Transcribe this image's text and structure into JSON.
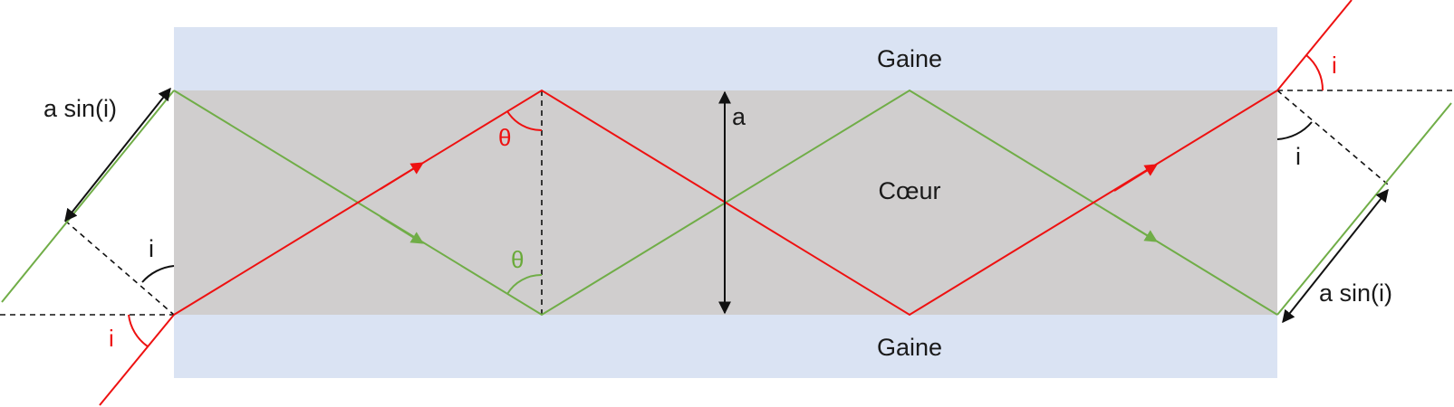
{
  "regions": {
    "cladding_top": "Gaine",
    "core": "Cœur",
    "cladding_bottom": "Gaine"
  },
  "labels": {
    "core_width": "a",
    "projection_left": "a sin(i)",
    "projection_right": "a sin(i)",
    "incidence_angle_left_red": "i",
    "incidence_angle_left_black": "i",
    "incidence_angle_right_red": "i",
    "incidence_angle_right_black": "i",
    "theta_red": "θ",
    "theta_green": "θ"
  },
  "colors": {
    "cladding": "#dae3f3",
    "core": "#d0cece",
    "red_ray": "#ee1111",
    "green_ray": "#70ad47",
    "black": "#111111"
  }
}
